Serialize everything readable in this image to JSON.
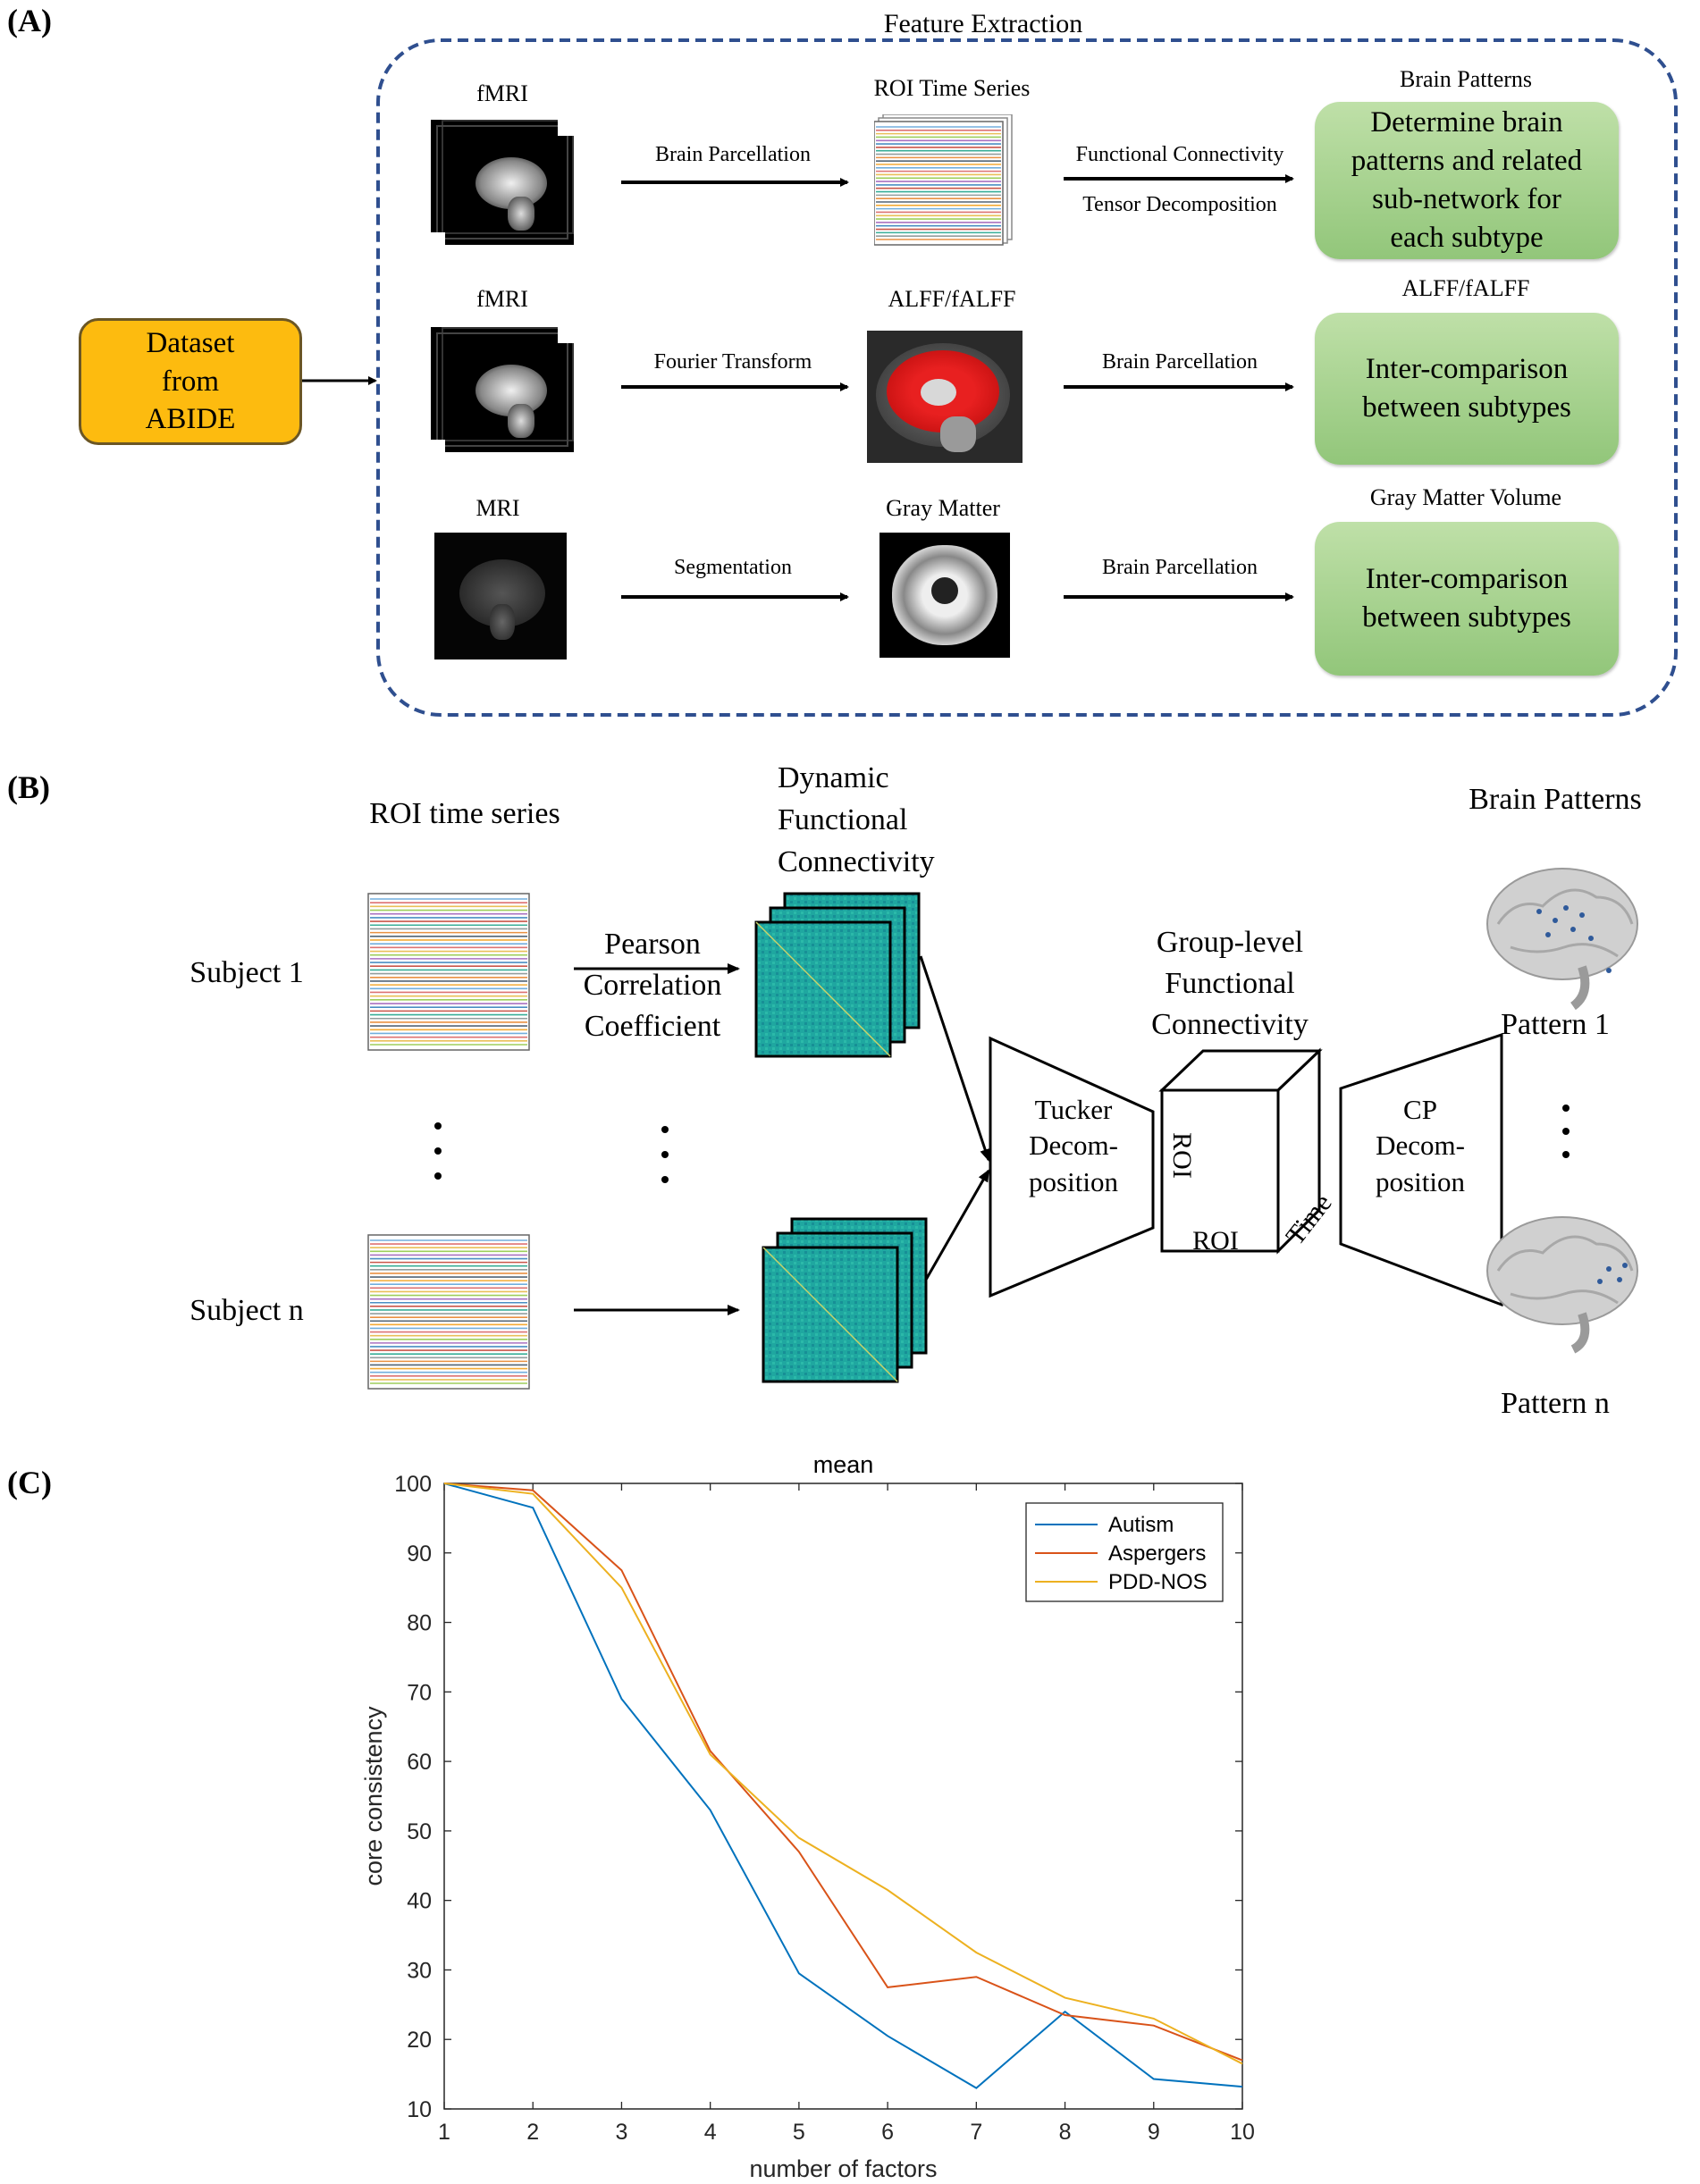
{
  "panel_a": {
    "letter": "(A)",
    "section_title": "Feature Extraction",
    "dataset_box": [
      "Dataset",
      "from",
      "ABIDE"
    ],
    "rows": [
      {
        "input_label": "fMRI",
        "arrow1_label": "Brain Parcellation",
        "mid_label": "ROI Time Series",
        "arrow2_labels": [
          "Functional Connectivity",
          "Tensor Decomposition"
        ],
        "out_title": "Brain Patterns",
        "out_text": [
          "Determine brain",
          "patterns and related",
          "sub-network for",
          "each subtype"
        ]
      },
      {
        "input_label": "fMRI",
        "arrow1_label": "Fourier Transform",
        "mid_label": "ALFF/fALFF",
        "arrow2_labels": [
          "Brain Parcellation"
        ],
        "out_title": "ALFF/fALFF",
        "out_text": [
          "Inter-comparison",
          "between subtypes"
        ]
      },
      {
        "input_label": "MRI",
        "arrow1_label": "Segmentation",
        "mid_label": "Gray Matter",
        "arrow2_labels": [
          "Brain Parcellation"
        ],
        "out_title": "Gray Matter Volume",
        "out_text": [
          "Inter-comparison",
          "between subtypes"
        ]
      }
    ]
  },
  "panel_b": {
    "letter": "(B)",
    "roi_title": "ROI time series",
    "dfc_title": [
      "Dynamic",
      "Functional",
      "Connectivity"
    ],
    "subject_1": "Subject 1",
    "subject_n": "Subject n",
    "pearson": [
      "Pearson",
      "Correlation",
      "Coefficient"
    ],
    "group_title": [
      "Group-level",
      "Functional",
      "Connectivity"
    ],
    "tucker": [
      "Tucker",
      "Decom-",
      "position"
    ],
    "cp": [
      "CP",
      "Decom-",
      "position"
    ],
    "cube_roi_side": "ROI",
    "cube_roi_bottom": "ROI",
    "cube_time": "Time",
    "brain_title": "Brain Patterns",
    "pattern_1": "Pattern 1",
    "pattern_n": "Pattern n"
  },
  "panel_c": {
    "letter": "(C)",
    "chart_data": {
      "type": "line",
      "title": "mean",
      "xlabel": "number of factors",
      "ylabel": "core consistency",
      "x": [
        1,
        2,
        3,
        4,
        5,
        6,
        7,
        8,
        9,
        10
      ],
      "xlim": [
        1,
        10
      ],
      "ylim": [
        10,
        100
      ],
      "xticks": [
        1,
        2,
        3,
        4,
        5,
        6,
        7,
        8,
        9,
        10
      ],
      "yticks": [
        10,
        20,
        30,
        40,
        50,
        60,
        70,
        80,
        90,
        100
      ],
      "legend_position": "top-right",
      "grid": false,
      "series": [
        {
          "name": "Autism",
          "color": "#0072bd",
          "values": [
            100,
            96.5,
            69,
            53,
            29.5,
            20.5,
            13,
            24,
            14.3,
            13.2
          ]
        },
        {
          "name": "Aspergers",
          "color": "#d95319",
          "values": [
            100,
            99,
            87.5,
            61.5,
            47,
            27.5,
            29,
            23.5,
            22,
            17
          ]
        },
        {
          "name": "PDD-NOS",
          "color": "#edb120",
          "values": [
            100,
            98.5,
            85,
            61,
            49,
            41.5,
            32.5,
            26,
            23,
            16.5
          ]
        }
      ]
    }
  }
}
